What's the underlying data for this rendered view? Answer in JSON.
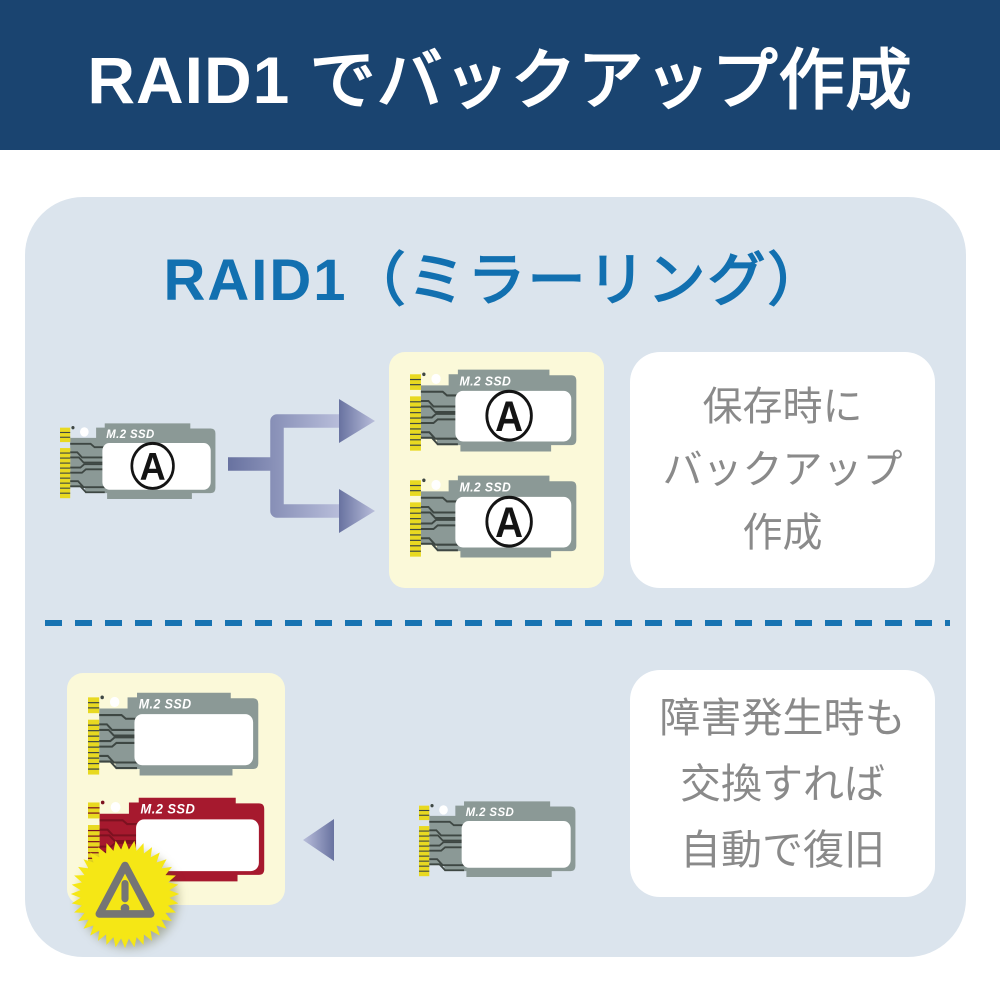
{
  "header": {
    "title": "RAID1 でバックアップ作成"
  },
  "panel": {
    "title": "RAID1（ミラーリング）"
  },
  "top_section": {
    "caption": [
      "保存時に",
      "バックアップ",
      "作成"
    ]
  },
  "bottom_section": {
    "caption": [
      "障害発生時も",
      "交換すれば",
      "自動で復旧"
    ]
  },
  "drives": {
    "source": {
      "label": "M.2 SSD",
      "letter": "A",
      "variant": "normal"
    },
    "mirror1": {
      "label": "M.2 SSD",
      "letter": "A",
      "variant": "normal"
    },
    "mirror2": {
      "label": "M.2 SSD",
      "letter": "A",
      "variant": "normal"
    },
    "healthy": {
      "label": "M.2 SSD",
      "letter": "",
      "variant": "normal"
    },
    "failed": {
      "label": "M.2 SSD",
      "letter": "",
      "variant": "failed"
    },
    "replacement": {
      "label": "M.2 SSD",
      "letter": "",
      "variant": "normal"
    }
  },
  "colors": {
    "header_bg": "#1a4470",
    "header_text": "#ffffff",
    "panel_bg": "#dbe4ed",
    "title_blue": "#1270b0",
    "divider_blue": "#1773b2",
    "highlight_box": "#fbf9d9",
    "caption_text": "#8a8a8a",
    "box_white": "#ffffff",
    "ssd_body": "#8b9996",
    "ssd_body_failed": "#a6192e",
    "ssd_trace": "#3e4743",
    "ssd_trace_failed": "#7c1120",
    "ssd_pin": "#e8d921",
    "arrow_dark": "#6872a0",
    "arrow_light": "#b9bedb",
    "warning_yellow": "#f5e715",
    "warning_gray": "#757575"
  }
}
